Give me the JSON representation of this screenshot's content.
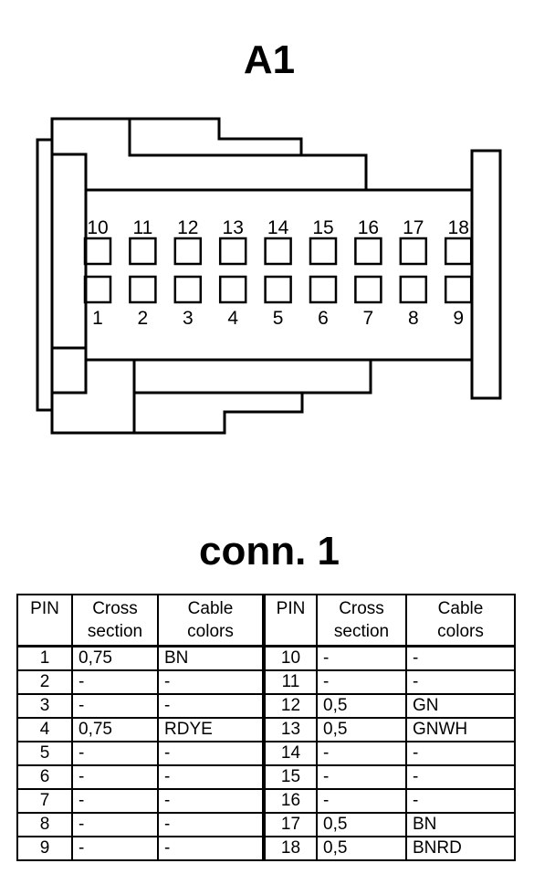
{
  "diagram": {
    "title": "A1",
    "subtitle": "conn. 1",
    "connector": {
      "top_row_pins": [
        "10",
        "11",
        "12",
        "13",
        "14",
        "15",
        "16",
        "17",
        "18"
      ],
      "bottom_row_pins": [
        "1",
        "2",
        "3",
        "4",
        "5",
        "6",
        "7",
        "8",
        "9"
      ]
    }
  },
  "table": {
    "headers": {
      "pin": "PIN",
      "cross_line1": "Cross",
      "cross_line2": "section",
      "cable_line1": "Cable",
      "cable_line2": "colors"
    },
    "rows": [
      {
        "pin": "1",
        "cross": "0,75",
        "color": "BN",
        "pin2": "10",
        "cross2": "-",
        "color2": "-"
      },
      {
        "pin": "2",
        "cross": "-",
        "color": "-",
        "pin2": "11",
        "cross2": "-",
        "color2": "-"
      },
      {
        "pin": "3",
        "cross": "-",
        "color": "-",
        "pin2": "12",
        "cross2": "0,5",
        "color2": "GN"
      },
      {
        "pin": "4",
        "cross": "0,75",
        "color": "RDYE",
        "pin2": "13",
        "cross2": "0,5",
        "color2": "GNWH"
      },
      {
        "pin": "5",
        "cross": "-",
        "color": "-",
        "pin2": "14",
        "cross2": "-",
        "color2": "-"
      },
      {
        "pin": "6",
        "cross": "-",
        "color": "-",
        "pin2": "15",
        "cross2": "-",
        "color2": "-"
      },
      {
        "pin": "7",
        "cross": "-",
        "color": "-",
        "pin2": "16",
        "cross2": "-",
        "color2": "-"
      },
      {
        "pin": "8",
        "cross": "-",
        "color": "-",
        "pin2": "17",
        "cross2": "0,5",
        "color2": "BN"
      },
      {
        "pin": "9",
        "cross": "-",
        "color": "-",
        "pin2": "18",
        "cross2": "0,5",
        "color2": "BNRD"
      }
    ]
  }
}
